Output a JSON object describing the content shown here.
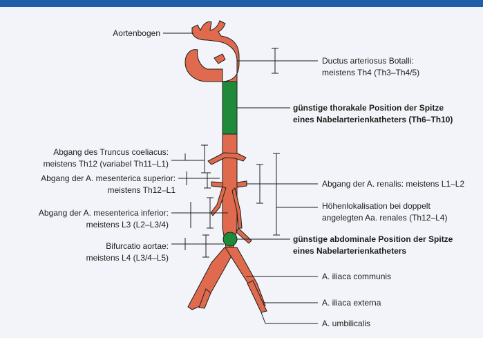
{
  "figure": {
    "colors": {
      "frame_bar": "#1f5ea8",
      "background": "#f2f4f9",
      "vessel_fill": "#e06a4e",
      "vessel_outline": "#1d1d1b",
      "favorable_position": "#1f8a3a",
      "line": "#1d1d1b"
    },
    "labels": {
      "aortic_arch": "Aortenbogen",
      "ductus": {
        "line1": "Ductus arteriosus Botalli:",
        "line2": "meistens Th4 (Th3–Th4/5)"
      },
      "thoracic_position": {
        "line1": "günstige thorakale Position der Spitze",
        "line2": "eines Nabelarterienkatheters (Th6–Th10)"
      },
      "celiac_trunk": {
        "line1": "Abgang des Truncus coeliacus:",
        "line2": "meistens Th12 (variabel Th11–L1)"
      },
      "sma": {
        "line1": "Abgang der A. mesenterica superior:",
        "line2": "meistens Th12–L1"
      },
      "renal": "Abgang der A. renalis: meistens L1–L2",
      "double_renal": {
        "line1": "Höhenlokalisation bei doppelt",
        "line2": "angelegten Aa. renales (Th12–L4)"
      },
      "ima": {
        "line1": "Abgang der A. mesenterica inferior:",
        "line2": "meistens L3 (L2–L3/4)"
      },
      "abdominal_position": {
        "line1": "günstige abdominale Position der Spitze",
        "line2": "eines Nabelarterienkatheters"
      },
      "bifurcation": {
        "line1": "Bifurcatio aortae:",
        "line2": "meistens L4 (L3/4–L5)"
      },
      "common_iliac": "A. iliaca communis",
      "external_iliac": "A. iliaca externa",
      "umbilical": "A. umbilicalis"
    }
  }
}
